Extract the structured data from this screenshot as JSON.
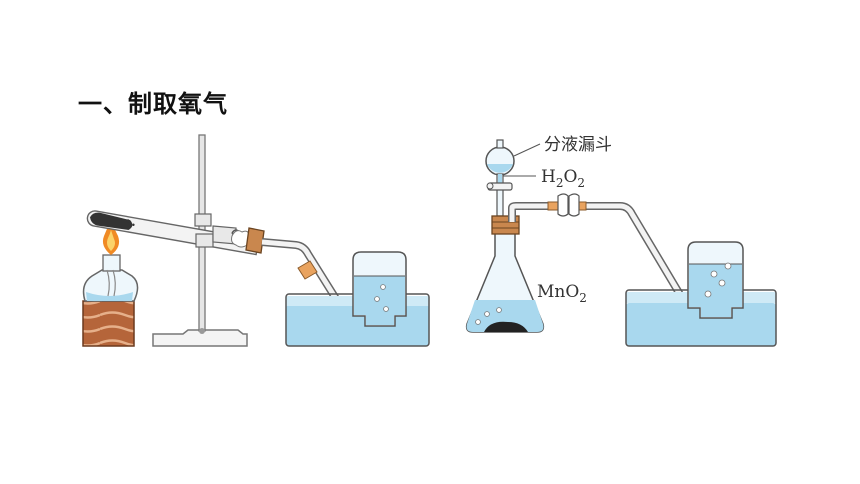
{
  "title": "一、制取氧气",
  "labels": {
    "funnel_name": "分液漏斗",
    "h2o2": {
      "main1": "H",
      "sub1": "2",
      "main2": "O",
      "sub2": "2"
    },
    "mno2": {
      "main": "MnO",
      "sub": "2"
    }
  },
  "colors": {
    "water": "#a9d8ee",
    "water_dark": "#7ec4e6",
    "outline": "#555555",
    "wood": "#b5653a",
    "stopper": "#c9874e",
    "flame": "#f08a24"
  }
}
